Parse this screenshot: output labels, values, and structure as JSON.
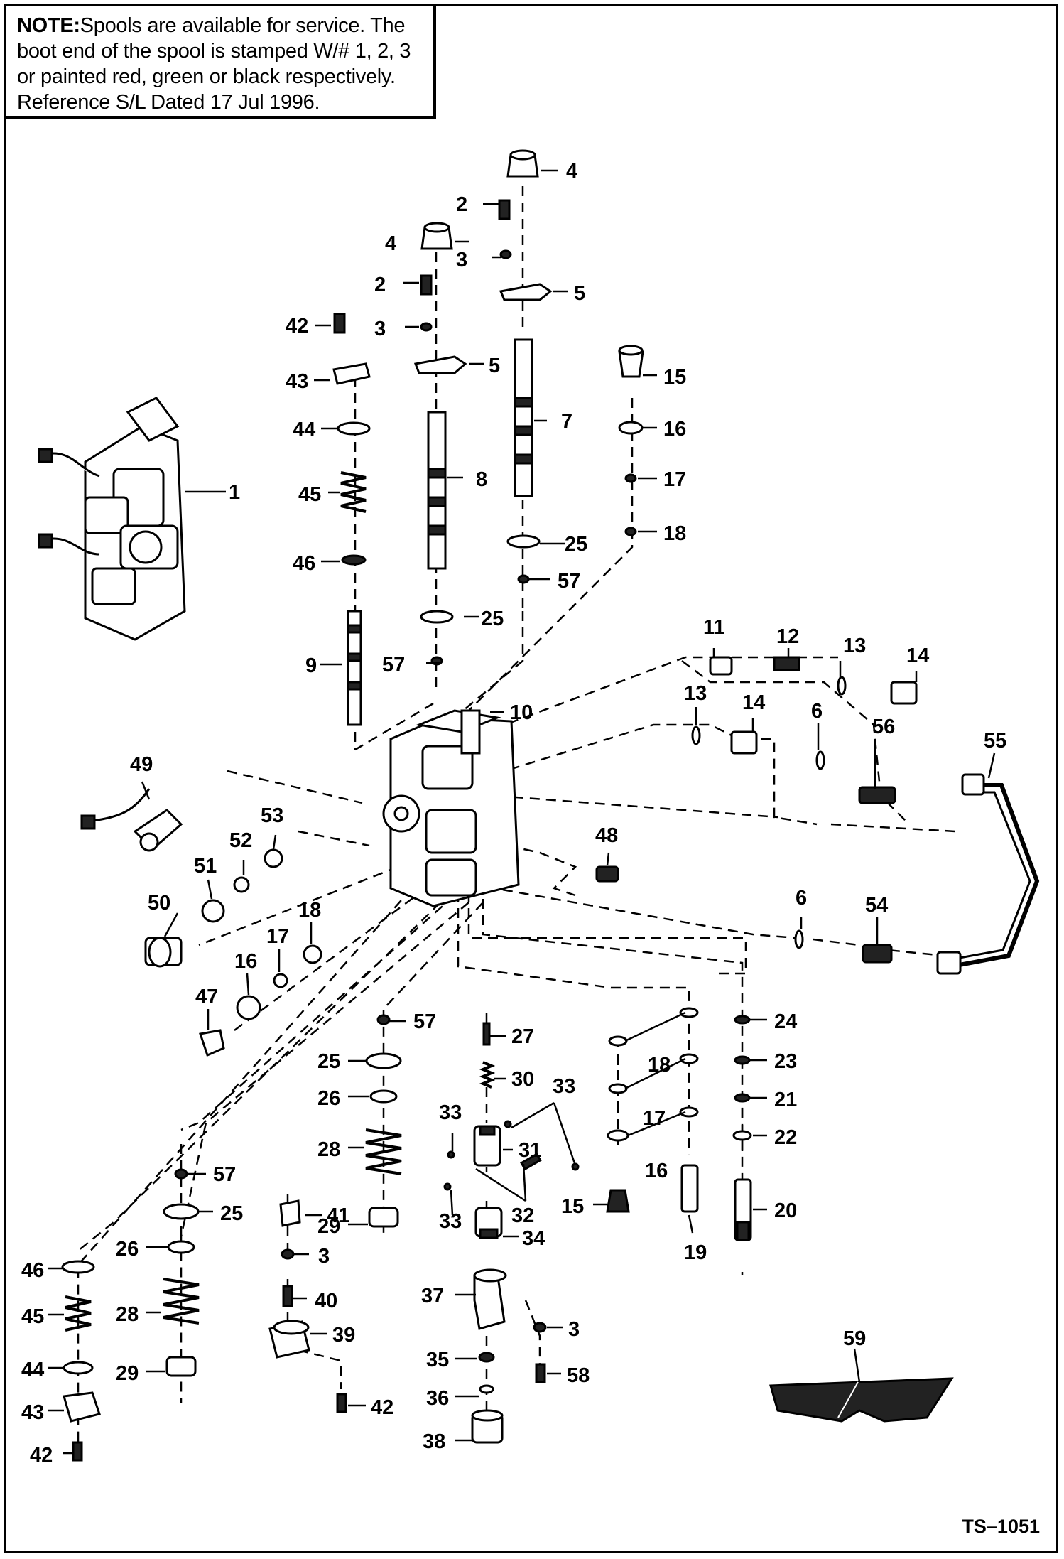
{
  "note": {
    "heading": "NOTE:",
    "lines": [
      "Spools are available for service.  The",
      "boot end of the spool is stamped W/# 1, 2, 3",
      "or painted red, green or black respectively.",
      "Reference S/L Dated 17 Jul 1996."
    ]
  },
  "drawing_code": "TS–1051",
  "labels": [
    "1",
    "2",
    "3",
    "4",
    "5",
    "6",
    "7",
    "8",
    "9",
    "10",
    "11",
    "12",
    "13",
    "14",
    "15",
    "16",
    "17",
    "18",
    "19",
    "20",
    "21",
    "22",
    "23",
    "24",
    "25",
    "26",
    "27",
    "28",
    "29",
    "30",
    "31",
    "32",
    "33",
    "34",
    "35",
    "36",
    "37",
    "38",
    "39",
    "40",
    "41",
    "42",
    "43",
    "44",
    "45",
    "46",
    "47",
    "48",
    "49",
    "50",
    "51",
    "52",
    "53",
    "54",
    "55",
    "56",
    "57",
    "58",
    "59"
  ]
}
